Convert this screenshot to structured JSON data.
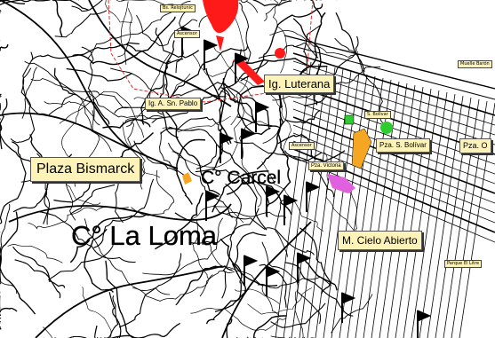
{
  "map": {
    "colors": {
      "background": "#ffffff",
      "streets": "#000000",
      "callout_fill": "#fdf3b8",
      "district_red": "#ff1a1a",
      "boundary_red": "#e03030",
      "green_marker": "#2ecc2e",
      "orange_marker": "#f5a623",
      "magenta_marker": "#e060e0"
    },
    "callouts": {
      "plaza_bismarck": "Plaza Bismarck",
      "ig_luterana": "Ig. Luterana",
      "ig_san_pablo": "Ig. A. Sn. Pablo",
      "pza_bolivar": "Pza. S. Bolívar",
      "pza_o": "Pza. O",
      "m_cielo_abierto": "M. Cielo Abierto",
      "pza_victoria": "Pza. Victoria"
    },
    "place_names": {
      "cerro_la_loma": "C° La Loma",
      "carcel": "C° Carcel"
    },
    "small_labels": {
      "muelle": "Muelle Barón",
      "parque": "Parque El Litre",
      "top_box": "Bs. Relojtunic",
      "near_luterana": "Ascensor",
      "mid_small": "Ascensor",
      "bolivar_small": "S. Bolívar"
    },
    "icons": [
      "flag-marker-icon",
      "square-marker-icon",
      "circle-marker-icon"
    ]
  }
}
